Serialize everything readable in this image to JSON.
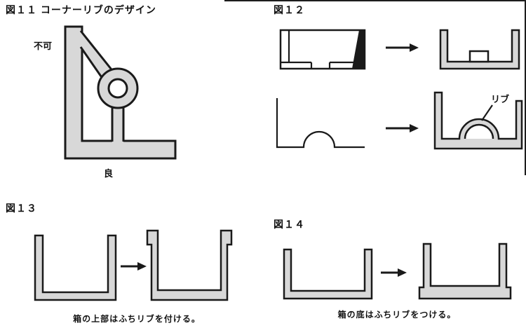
{
  "figures": {
    "fig11": {
      "title": "図１１ コーナーリブのデザイン",
      "label_bad": "不可",
      "label_good": "良"
    },
    "fig12": {
      "title": "図１２",
      "label_rib": "リブ"
    },
    "fig13": {
      "title": "図１３",
      "caption": "箱の上部はふちリブを付ける。"
    },
    "fig14": {
      "title": "図１４",
      "caption": "箱の底はふちリブをつける。"
    }
  },
  "colors": {
    "shape_fill": "#d8d8d8",
    "line": "#1a1a1a",
    "background": "#ffffff"
  }
}
